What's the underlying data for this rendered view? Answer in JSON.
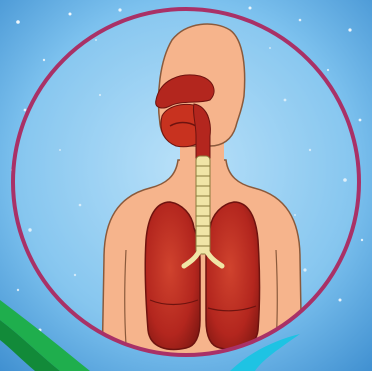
{
  "illustration": {
    "subject": "human-respiratory-system",
    "parts": [
      "head",
      "torso",
      "nasal-cavity",
      "mouth",
      "trachea",
      "left-lung",
      "right-lung"
    ]
  },
  "colors": {
    "background_light": "#bfe4fb",
    "background_mid": "#7cc1ee",
    "background_dark": "#3f8fd0",
    "frame_ring": "#a93167",
    "skin": "#f6b48c",
    "skin_outline": "#8a5a3c",
    "organ_red": "#b3261e",
    "organ_dark": "#6e130f",
    "trachea": "#f0e5a6",
    "accent_green": "#1fae4d",
    "accent_cyan": "#1ec3e3"
  }
}
